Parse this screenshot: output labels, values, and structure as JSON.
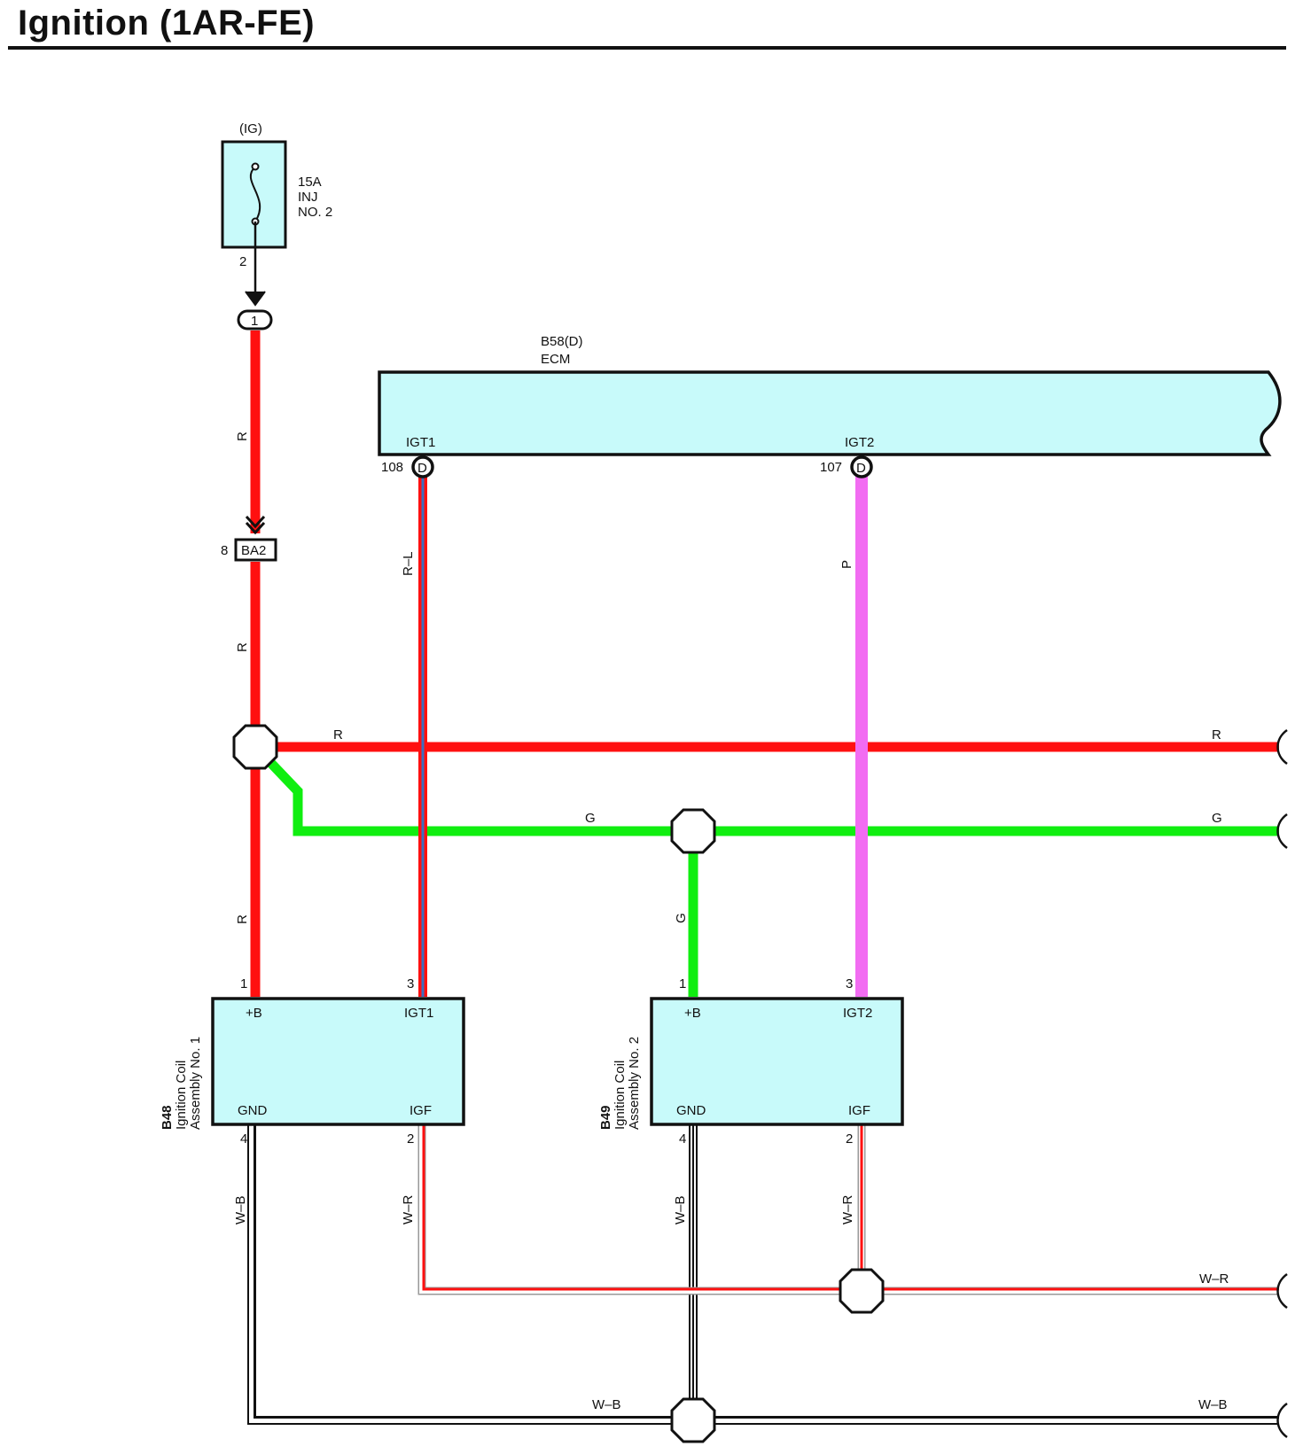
{
  "title": "Ignition (1AR-FE)",
  "colors": {
    "red": "#ff1010",
    "green": "#10ee10",
    "pink": "#f26cf2",
    "box_fill": "#c8fafa",
    "line": "#111111",
    "blue_stripe": "#3a6fbf"
  },
  "fuse": {
    "circuit": "(IG)",
    "rating": "15A",
    "name_line1": "INJ",
    "name_line2": "NO. 2",
    "pin": "2"
  },
  "connector_1": {
    "label": "1"
  },
  "connector_ba2": {
    "label": "BA2",
    "pin": "8"
  },
  "ecm": {
    "code": "B58(D)",
    "name": "ECM",
    "igt1": {
      "label": "IGT1",
      "pin": "108",
      "conn": "D"
    },
    "igt2": {
      "label": "IGT2",
      "pin": "107",
      "conn": "D"
    }
  },
  "wires": {
    "r": "R",
    "g": "G",
    "rl": "R–L",
    "p": "P",
    "wb": "W–B",
    "wr": "W–R"
  },
  "coil1": {
    "code": "B48",
    "name_line1": "Ignition Coil",
    "name_line2": "Assembly No. 1",
    "plusb": "+B",
    "igt": "IGT1",
    "gnd": "GND",
    "igf": "IGF",
    "pin_plusb": "1",
    "pin_igt": "3",
    "pin_gnd": "4",
    "pin_igf": "2"
  },
  "coil2": {
    "code": "B49",
    "name_line1": "Ignition Coil",
    "name_line2": "Assembly No. 2",
    "plusb": "+B",
    "igt": "IGT2",
    "gnd": "GND",
    "igf": "IGF",
    "pin_plusb": "1",
    "pin_igt": "3",
    "pin_gnd": "4",
    "pin_igf": "2"
  }
}
